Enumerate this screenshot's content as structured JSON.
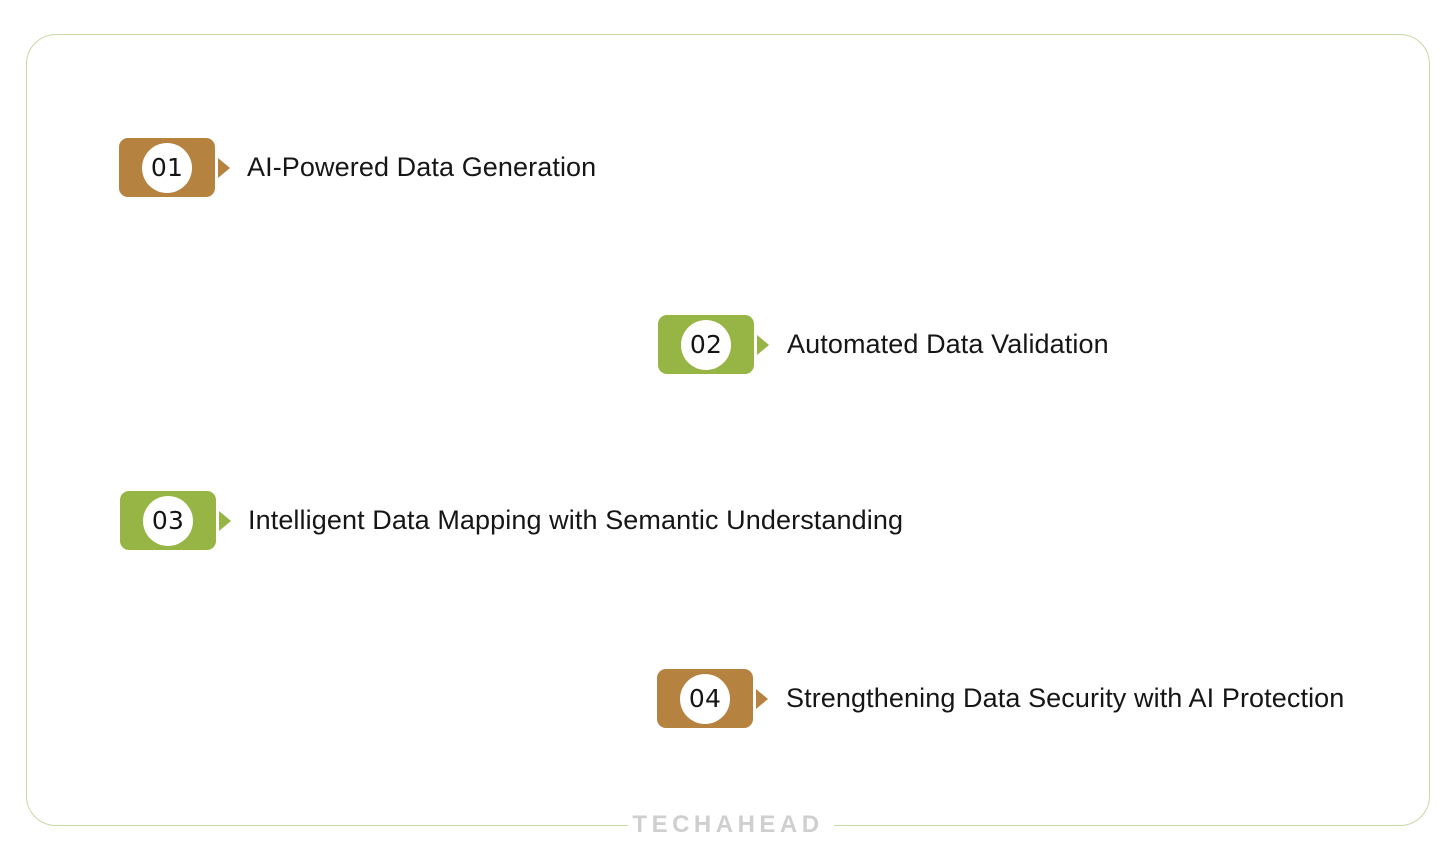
{
  "frame": {
    "border_color": "#c7d9a4",
    "background": "#ffffff"
  },
  "palette": {
    "brown": "#b5823f",
    "green": "#97b545",
    "text": "#161616",
    "disc": "#ffffff",
    "watermark": "#cfcfcf"
  },
  "items": [
    {
      "number": "01",
      "label": "AI-Powered Data Generation",
      "color": "#b5823f",
      "color_name": "brown"
    },
    {
      "number": "02",
      "label": "Automated Data Validation",
      "color": "#97b545",
      "color_name": "green"
    },
    {
      "number": "03",
      "label": "Intelligent Data Mapping with Semantic Understanding",
      "color": "#97b545",
      "color_name": "green"
    },
    {
      "number": "04",
      "label": "Strengthening Data Security with AI Protection",
      "color": "#b5823f",
      "color_name": "brown"
    }
  ],
  "watermark": {
    "text": "TECHAHEAD"
  }
}
